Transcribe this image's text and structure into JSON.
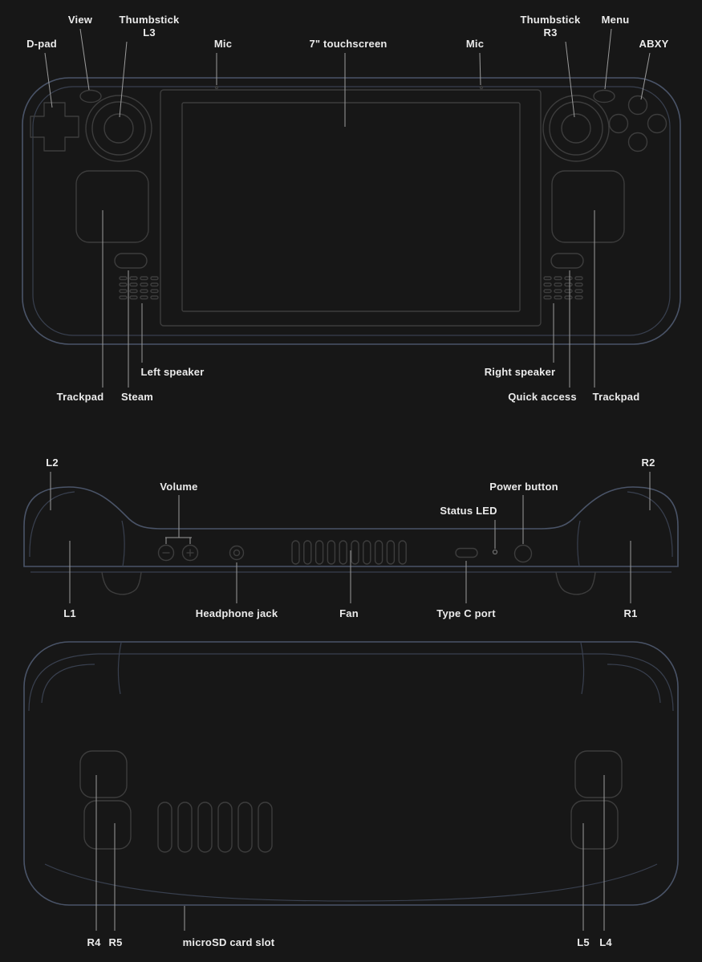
{
  "diagram_title": "Steam Deck hardware diagram",
  "colors": {
    "background": "#171717",
    "body_outline": "#4a5468",
    "detail_outline": "#3d3d3d",
    "leader_line": "#9b9b9b",
    "label_text": "#ebebeb"
  },
  "front_view": {
    "labels": {
      "view": "View",
      "thumbstick_l3": "Thumbstick\nL3",
      "mic_left": "Mic",
      "touchscreen": "7\" touchscreen",
      "mic_right": "Mic",
      "thumbstick_r3": "Thumbstick\nR3",
      "menu": "Menu",
      "dpad": "D-pad",
      "abxy": "ABXY",
      "left_speaker": "Left speaker",
      "trackpad_left": "Trackpad",
      "steam": "Steam",
      "right_speaker": "Right speaker",
      "quick_access": "Quick access",
      "trackpad_right": "Trackpad"
    }
  },
  "top_view": {
    "labels": {
      "l2": "L2",
      "volume": "Volume",
      "power_button": "Power button",
      "status_led": "Status LED",
      "r2": "R2",
      "l1": "L1",
      "headphone_jack": "Headphone jack",
      "fan": "Fan",
      "type_c_port": "Type C port",
      "r1": "R1"
    }
  },
  "back_view": {
    "labels": {
      "r4": "R4",
      "r5": "R5",
      "microsd": "microSD card slot",
      "l5": "L5",
      "l4": "L4"
    }
  }
}
